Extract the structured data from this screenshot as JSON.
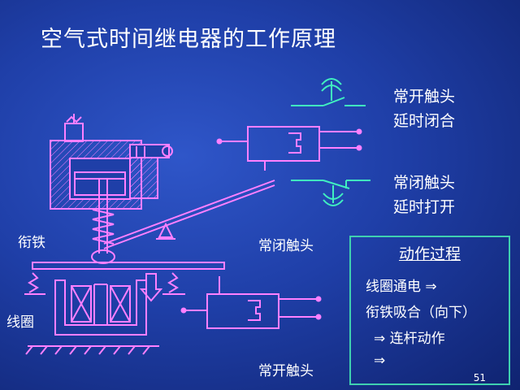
{
  "title": "空气式时间继电器的工作原理",
  "labels": {
    "no_delay_close_1": "常开触头",
    "no_delay_close_2": "延时闭合",
    "nc_delay_open_1": "常闭触头",
    "nc_delay_open_2": "延时打开",
    "armature": "衔铁",
    "coil": "线圈",
    "nc_contact": "常闭触头",
    "no_contact": "常开触头"
  },
  "legend": {
    "title": "动作过程",
    "steps": [
      "线圈通电 ⇒",
      "衔铁吸合（向下）",
      "⇒ 连杆动作",
      "⇒"
    ]
  },
  "page_number": "51",
  "colors": {
    "diagram_lines": "#ff80ff",
    "contact_symbols": "#40f0c0",
    "legend_border": "#3fd0b0",
    "background": "#1f3fa8"
  }
}
